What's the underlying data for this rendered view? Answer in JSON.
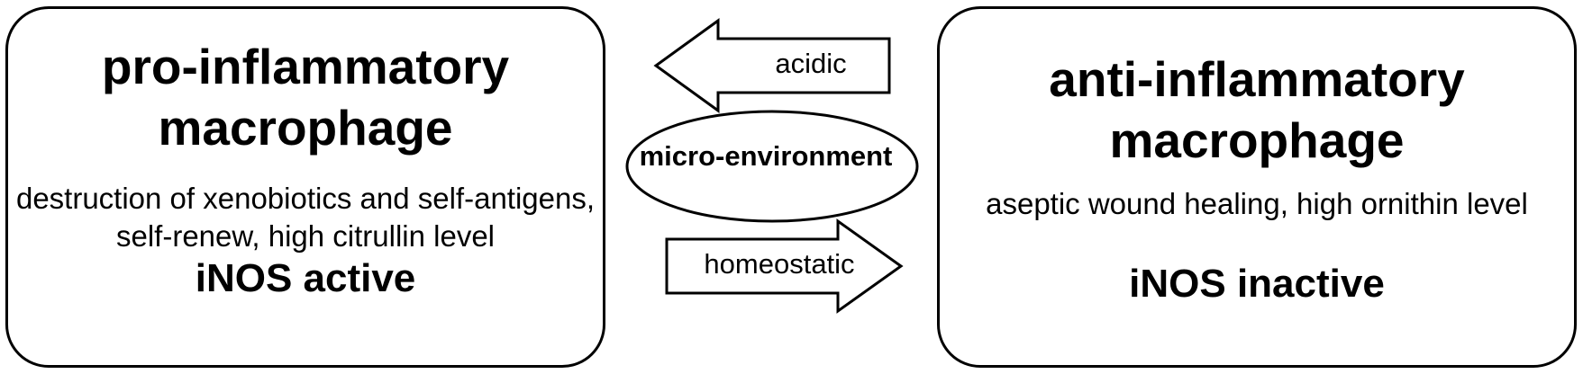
{
  "left_box": {
    "title": "pro-inflammatory macrophage",
    "description": "destruction of xenobiotics and self-antigens, self-renew, high citrullin level",
    "status": "iNOS active"
  },
  "right_box": {
    "title": "anti-inflammatory macrophage",
    "description": "aseptic wound healing, high ornithin level",
    "status": "iNOS inactive"
  },
  "center": {
    "label": "micro-environment",
    "arrow_top_label": "acidic",
    "arrow_bottom_label": "homeostatic"
  }
}
